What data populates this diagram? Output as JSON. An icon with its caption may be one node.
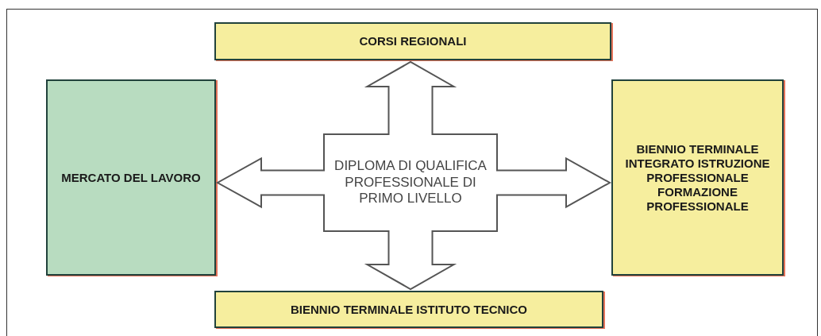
{
  "diagram": {
    "nodes": [
      {
        "text": [
          "CORSI REGIONALI"
        ]
      },
      {
        "text": [
          "MERCATO DEL LAVORO"
        ]
      },
      {
        "text": [
          "DIPLOMA DI QUALIFICA PROFESSIONALE DI PRIMO LIVELLO"
        ]
      },
      {
        "text": [
          "BIENNIO TERMINALE INTEGRATO ISTRUZIONE PROFESSIONALE FORMAZIONE PROFESSIONALE"
        ]
      },
      {
        "text": [
          "BIENNIO TERMINALE ISTITUTO TECNICO"
        ]
      }
    ],
    "edges": [
      {
        "from": 2,
        "to": 0,
        "arrow": "to"
      },
      {
        "from": 2,
        "to": 1,
        "arrow": "to"
      },
      {
        "from": 2,
        "to": 3,
        "arrow": "to"
      },
      {
        "from": 2,
        "to": 4,
        "arrow": "to"
      }
    ]
  }
}
